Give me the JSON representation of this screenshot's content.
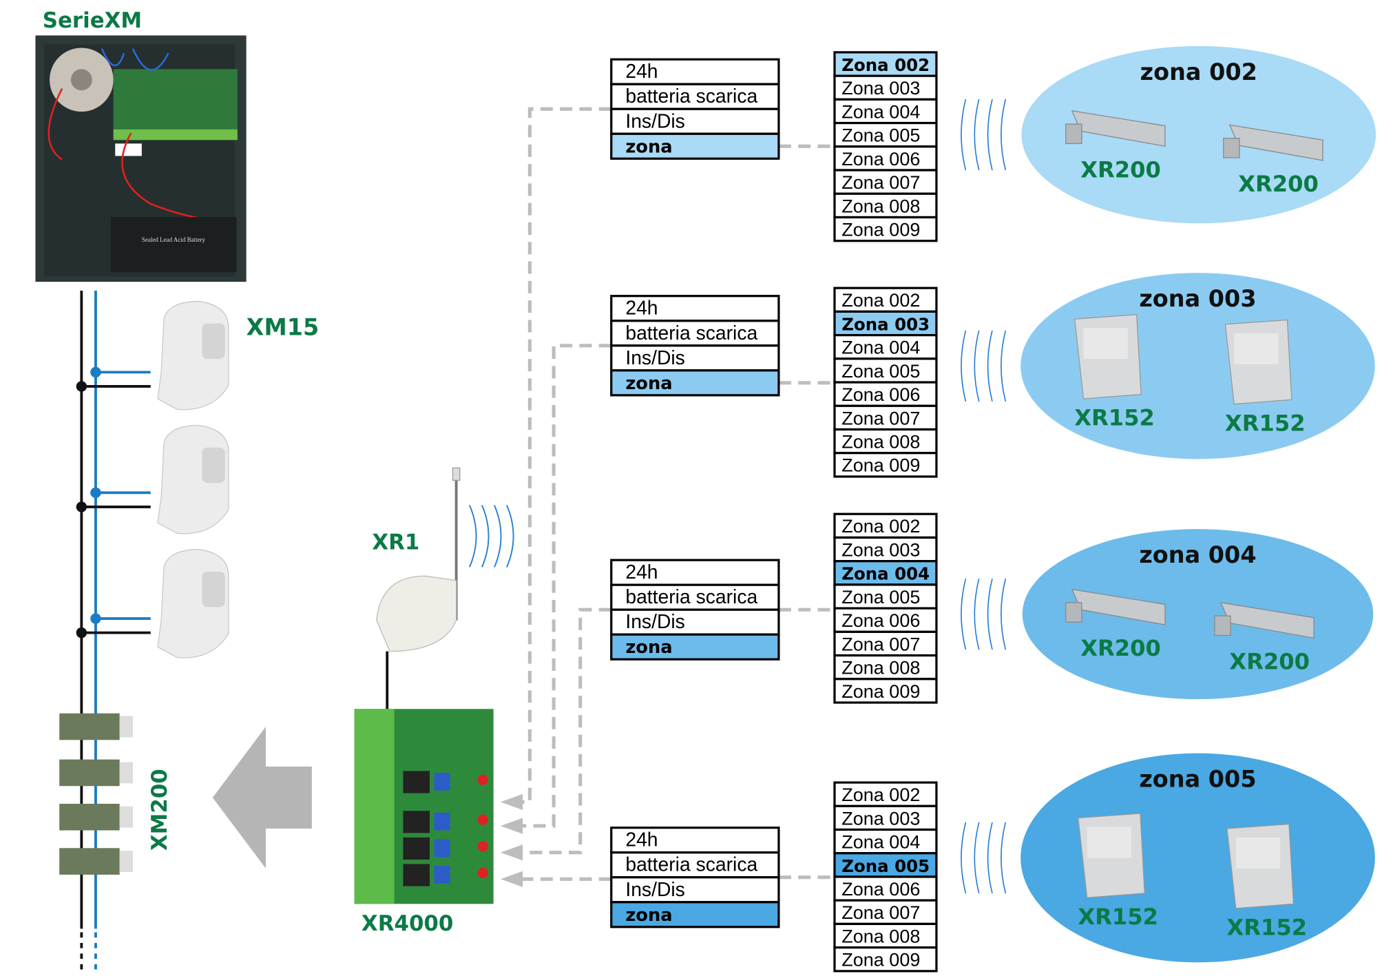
{
  "panel": {
    "title": "SerieXM",
    "battery_label": "Sealed Lead Acid Battery"
  },
  "wired": {
    "sensor_label": "XM15",
    "module_label": "XM200"
  },
  "receiver": {
    "antenna_label": "XR1",
    "board_label": "XR4000"
  },
  "colors": {
    "green_label": "#0b7a46",
    "wire_black": "#111111",
    "wire_blue": "#1a7cc4",
    "connector": "#bdbdbd",
    "zone_002": "#a9daf6",
    "zone_003": "#8ccbf1",
    "zone_004": "#6dbbea",
    "zone_005": "#4aa8e2"
  },
  "menus": [
    {
      "items": [
        "24h",
        "batteria scarica",
        "Ins/Dis",
        "zona"
      ],
      "selected": 3
    },
    {
      "items": [
        "24h",
        "batteria scarica",
        "Ins/Dis",
        "zona"
      ],
      "selected": 3
    },
    {
      "items": [
        "24h",
        "batteria scarica",
        "Ins/Dis",
        "zona"
      ],
      "selected": 3
    },
    {
      "items": [
        "24h",
        "batteria scarica",
        "Ins/Dis",
        "zona"
      ],
      "selected": 3
    }
  ],
  "zone_lists": [
    {
      "items": [
        "Zona 002",
        "Zona 003",
        "Zona 004",
        "Zona 005",
        "Zona 006",
        "Zona 007",
        "Zona 008",
        "Zona 009"
      ],
      "selected": 0
    },
    {
      "items": [
        "Zona 002",
        "Zona 003",
        "Zona 004",
        "Zona 005",
        "Zona 006",
        "Zona 007",
        "Zona 008",
        "Zona 009"
      ],
      "selected": 1
    },
    {
      "items": [
        "Zona 002",
        "Zona 003",
        "Zona 004",
        "Zona 005",
        "Zona 006",
        "Zona 007",
        "Zona 008",
        "Zona 009"
      ],
      "selected": 2
    },
    {
      "items": [
        "Zona 002",
        "Zona 003",
        "Zona 004",
        "Zona 005",
        "Zona 006",
        "Zona 007",
        "Zona 008",
        "Zona 009"
      ],
      "selected": 3
    }
  ],
  "zones": [
    {
      "title": "zona 002",
      "devices": [
        "XR200",
        "XR200"
      ],
      "device_type": "magnetic-contact"
    },
    {
      "title": "zona 003",
      "devices": [
        "XR152",
        "XR152"
      ],
      "device_type": "pir-sensor"
    },
    {
      "title": "zona 004",
      "devices": [
        "XR200",
        "XR200"
      ],
      "device_type": "magnetic-contact"
    },
    {
      "title": "zona 005",
      "devices": [
        "XR152",
        "XR152"
      ],
      "device_type": "pir-sensor"
    }
  ]
}
